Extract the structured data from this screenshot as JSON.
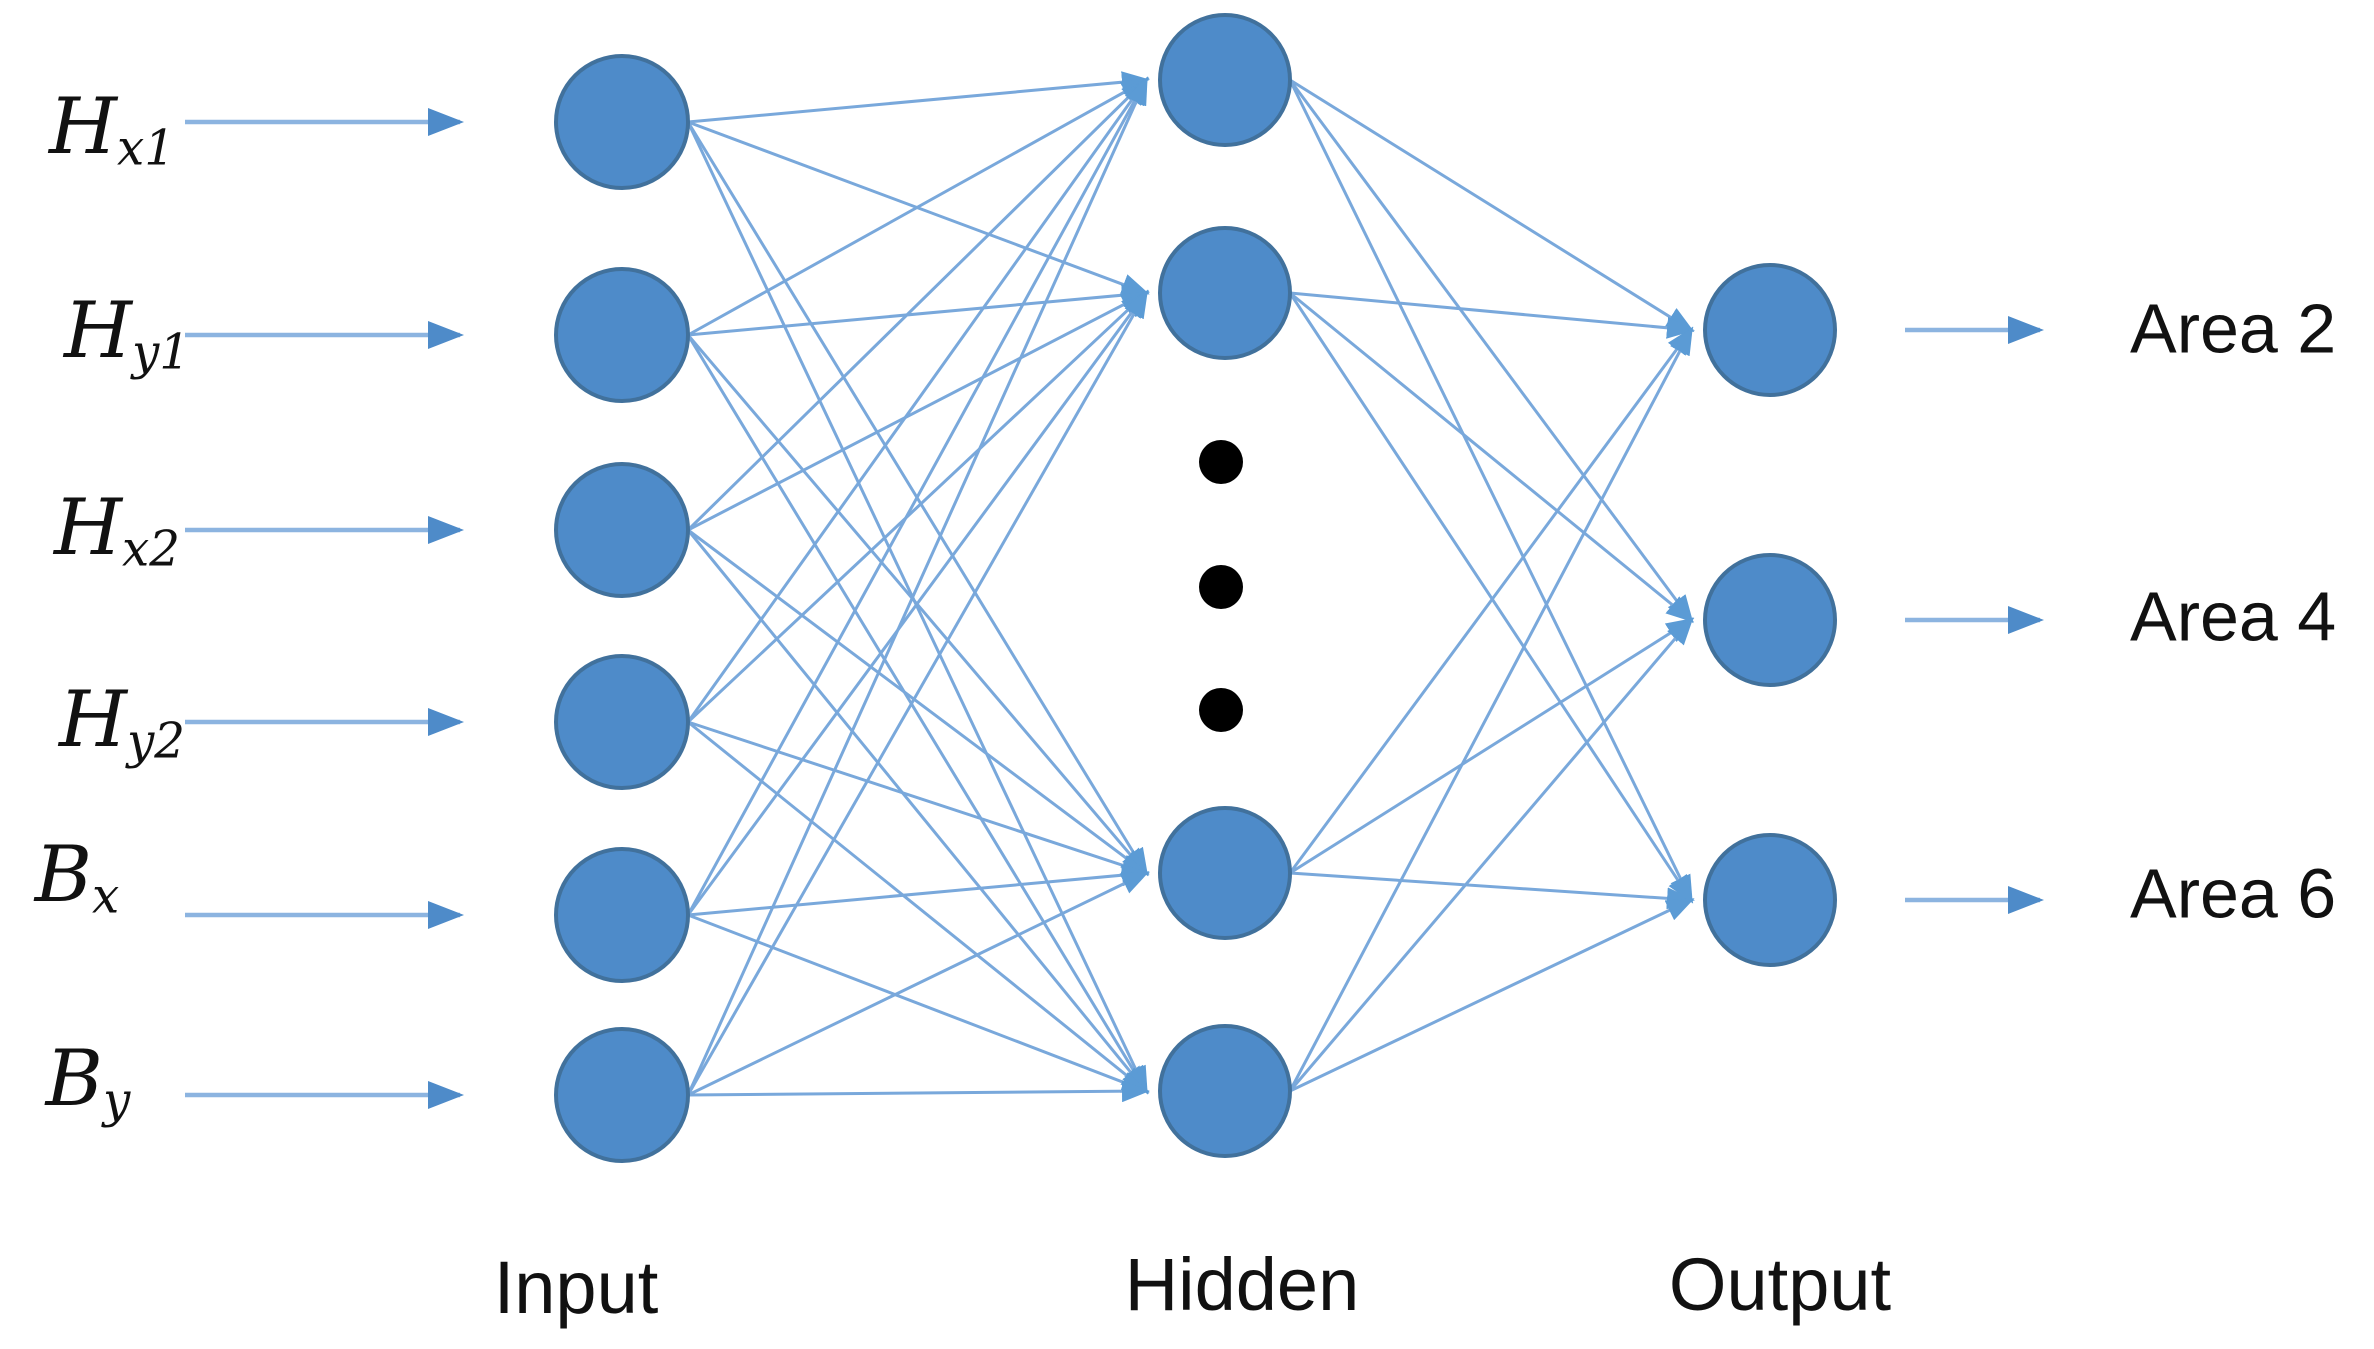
{
  "network": {
    "type": "feedforward-neural-network",
    "connectivity": "fully-connected",
    "input_count": 6,
    "hidden_visible_count": 4,
    "hidden_ellipsis_dots": 3,
    "output_count": 3
  },
  "inputs": [
    {
      "base": "H",
      "sub": "x1"
    },
    {
      "base": "H",
      "sub": "y1"
    },
    {
      "base": "H",
      "sub": "x2"
    },
    {
      "base": "H",
      "sub": "y2"
    },
    {
      "base": "B",
      "sub": "x"
    },
    {
      "base": "B",
      "sub": "y"
    }
  ],
  "outputs": [
    {
      "label": "Area 2"
    },
    {
      "label": "Area 4"
    },
    {
      "label": "Area 6"
    }
  ],
  "layers": [
    {
      "label": "Input"
    },
    {
      "label": "Hidden"
    },
    {
      "label": "Output"
    }
  ],
  "colors": {
    "node_fill": "#4E8BC9",
    "node_stroke": "#41719C",
    "connector": "#79A8DB",
    "connector_arrowhead": "#5B9BD5",
    "label_arrow_line": "#8CB4E0",
    "label_arrow_head": "#4E8BC9",
    "dot": "#000000",
    "text": "#111111"
  }
}
